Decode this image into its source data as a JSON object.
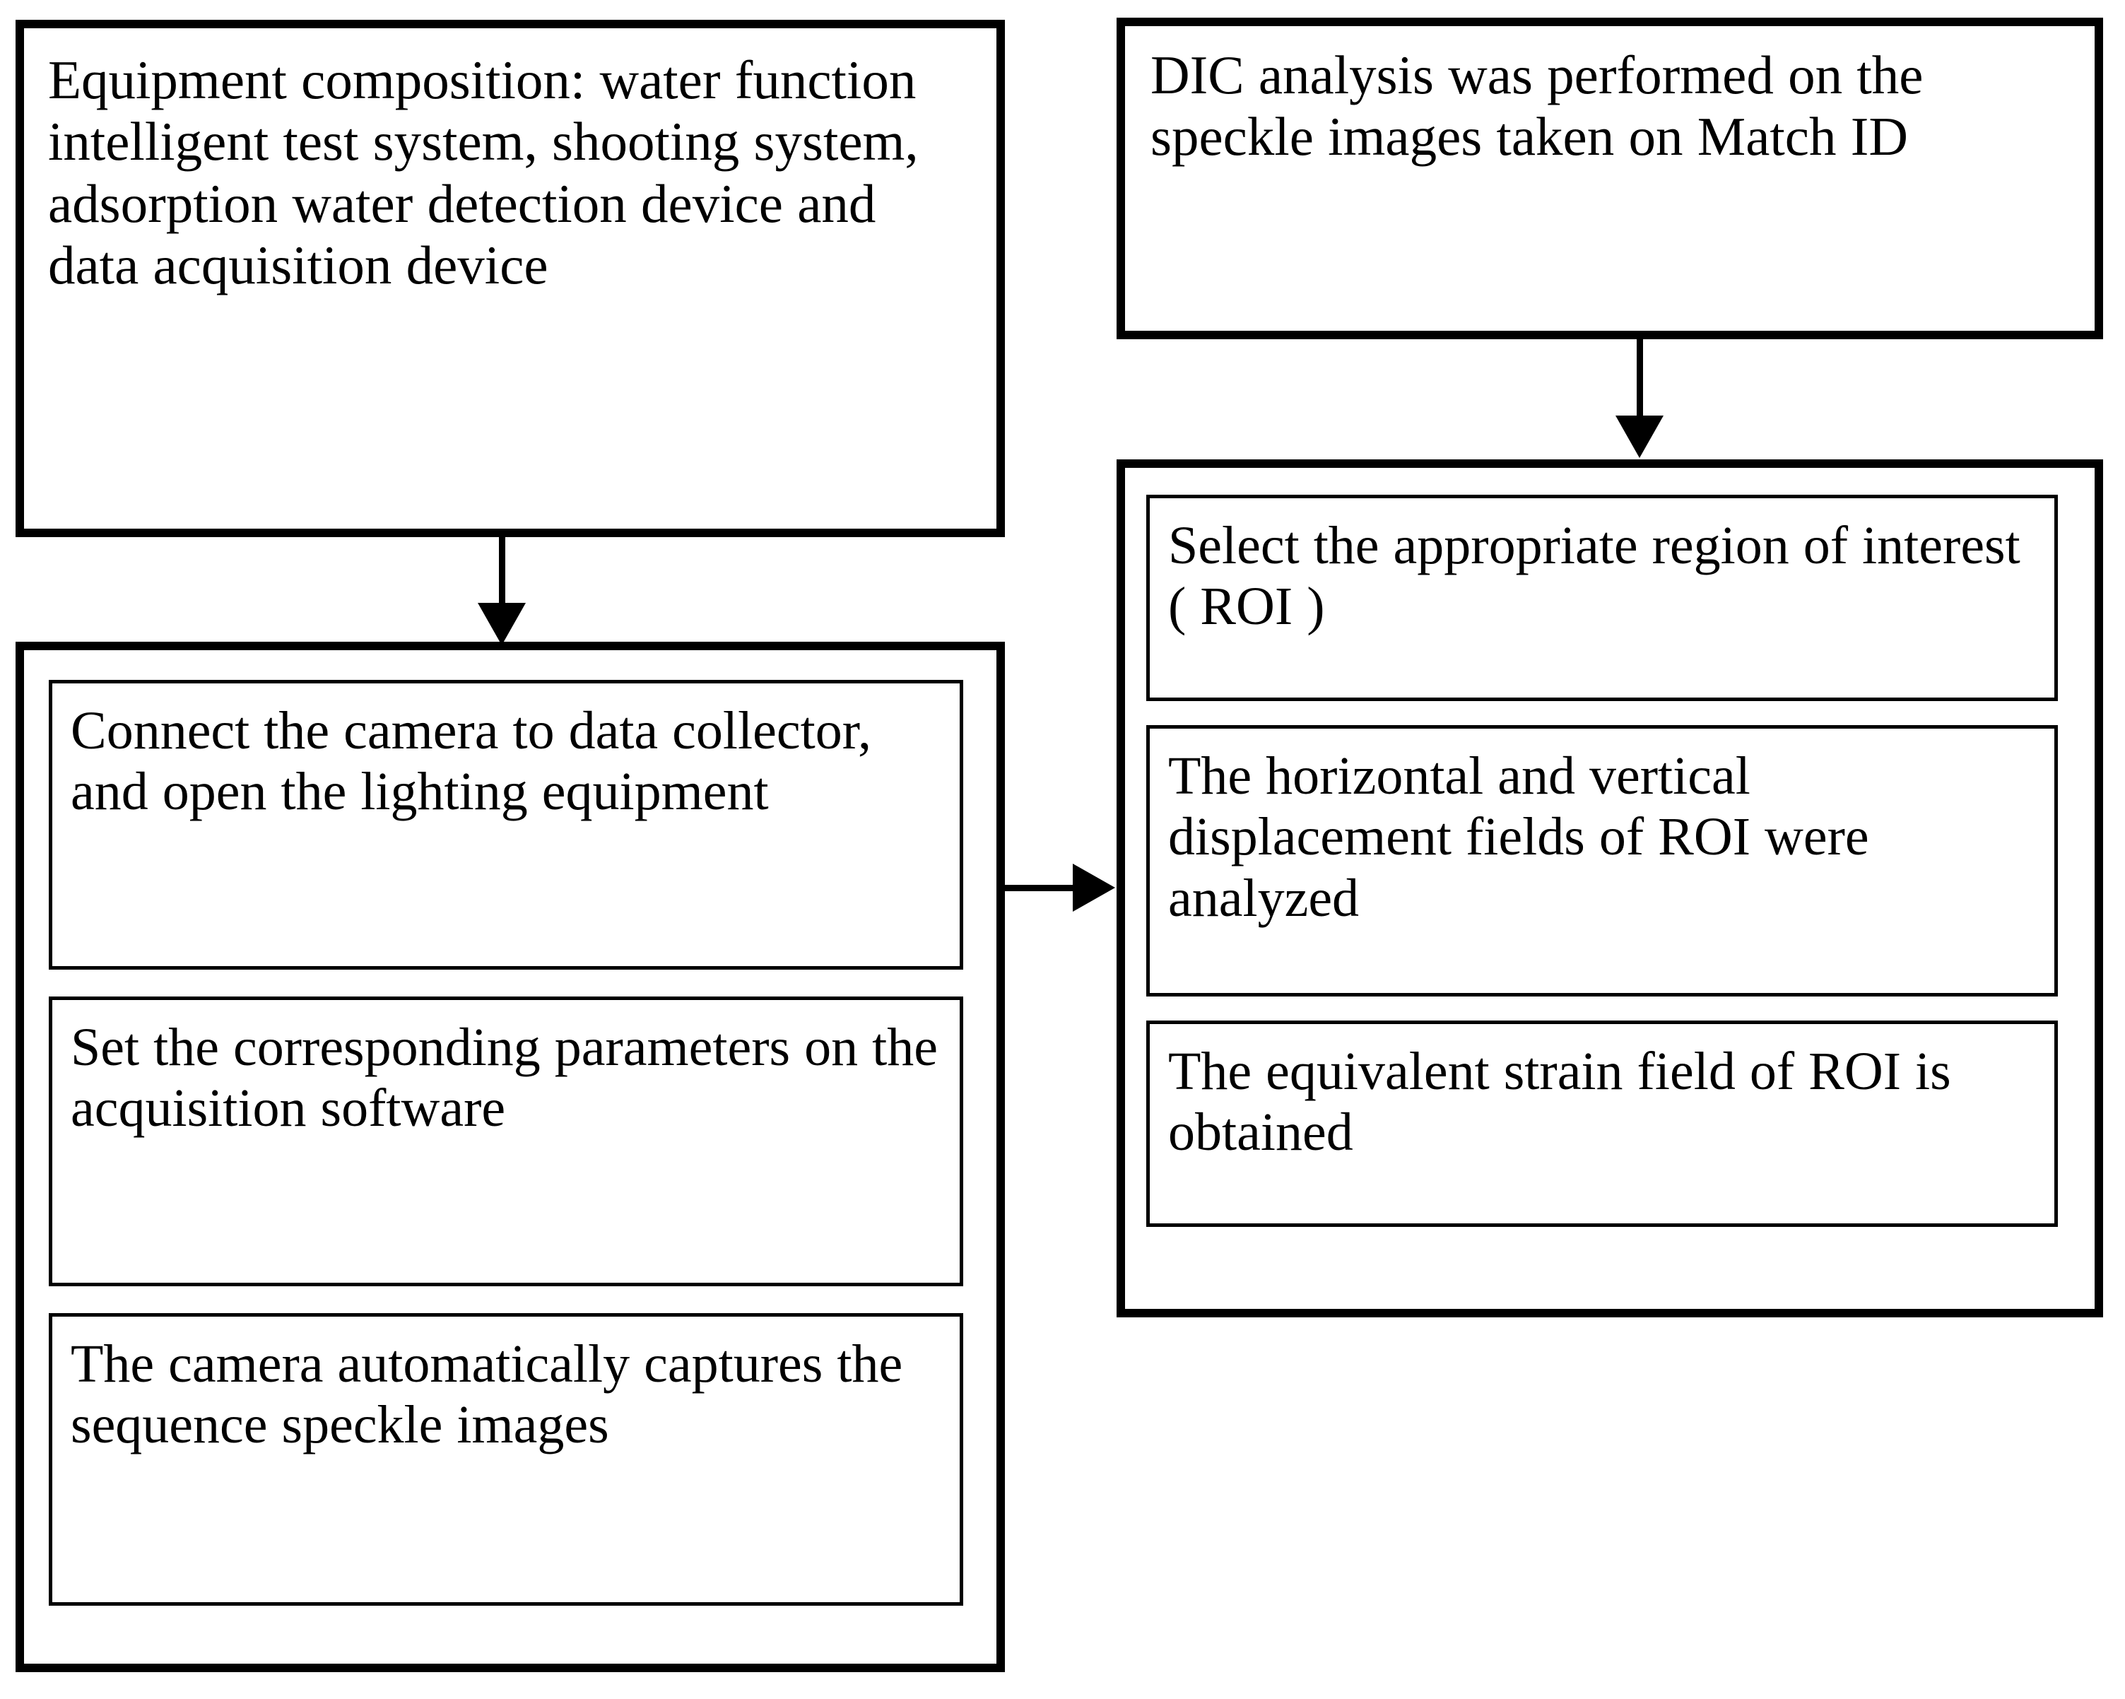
{
  "diagram": {
    "title": "DIC speckle image acquisition and analysis flowchart",
    "colors": {
      "background": "#ffffff",
      "border": "#000000",
      "text": "#000000"
    },
    "nodes": {
      "equipment": {
        "text": "Equipment composition: water function intelligent test system, shooting system, adsorption water detection device and data acquisition device"
      },
      "dic": {
        "text": "DIC analysis was performed on the speckle images taken on Match ID"
      },
      "acquisition_steps": [
        {
          "text": "Connect the camera to data collector, and open the lighting equipment"
        },
        {
          "text": "Set the corresponding parameters on the acquisition software"
        },
        {
          "text": "The camera automatically captures the sequence speckle images"
        }
      ],
      "dic_steps": [
        {
          "text": "Select the appropriate region of interest ( ROI )"
        },
        {
          "text": "The horizontal and vertical displacement fields of ROI were analyzed"
        },
        {
          "text": "The equivalent strain field of ROI is obtained"
        }
      ]
    },
    "connectors": [
      {
        "name": "equipment-to-acquisition",
        "direction": "down"
      },
      {
        "name": "dic-to-steps",
        "direction": "down"
      },
      {
        "name": "acquisition-to-steps",
        "direction": "right"
      }
    ]
  }
}
